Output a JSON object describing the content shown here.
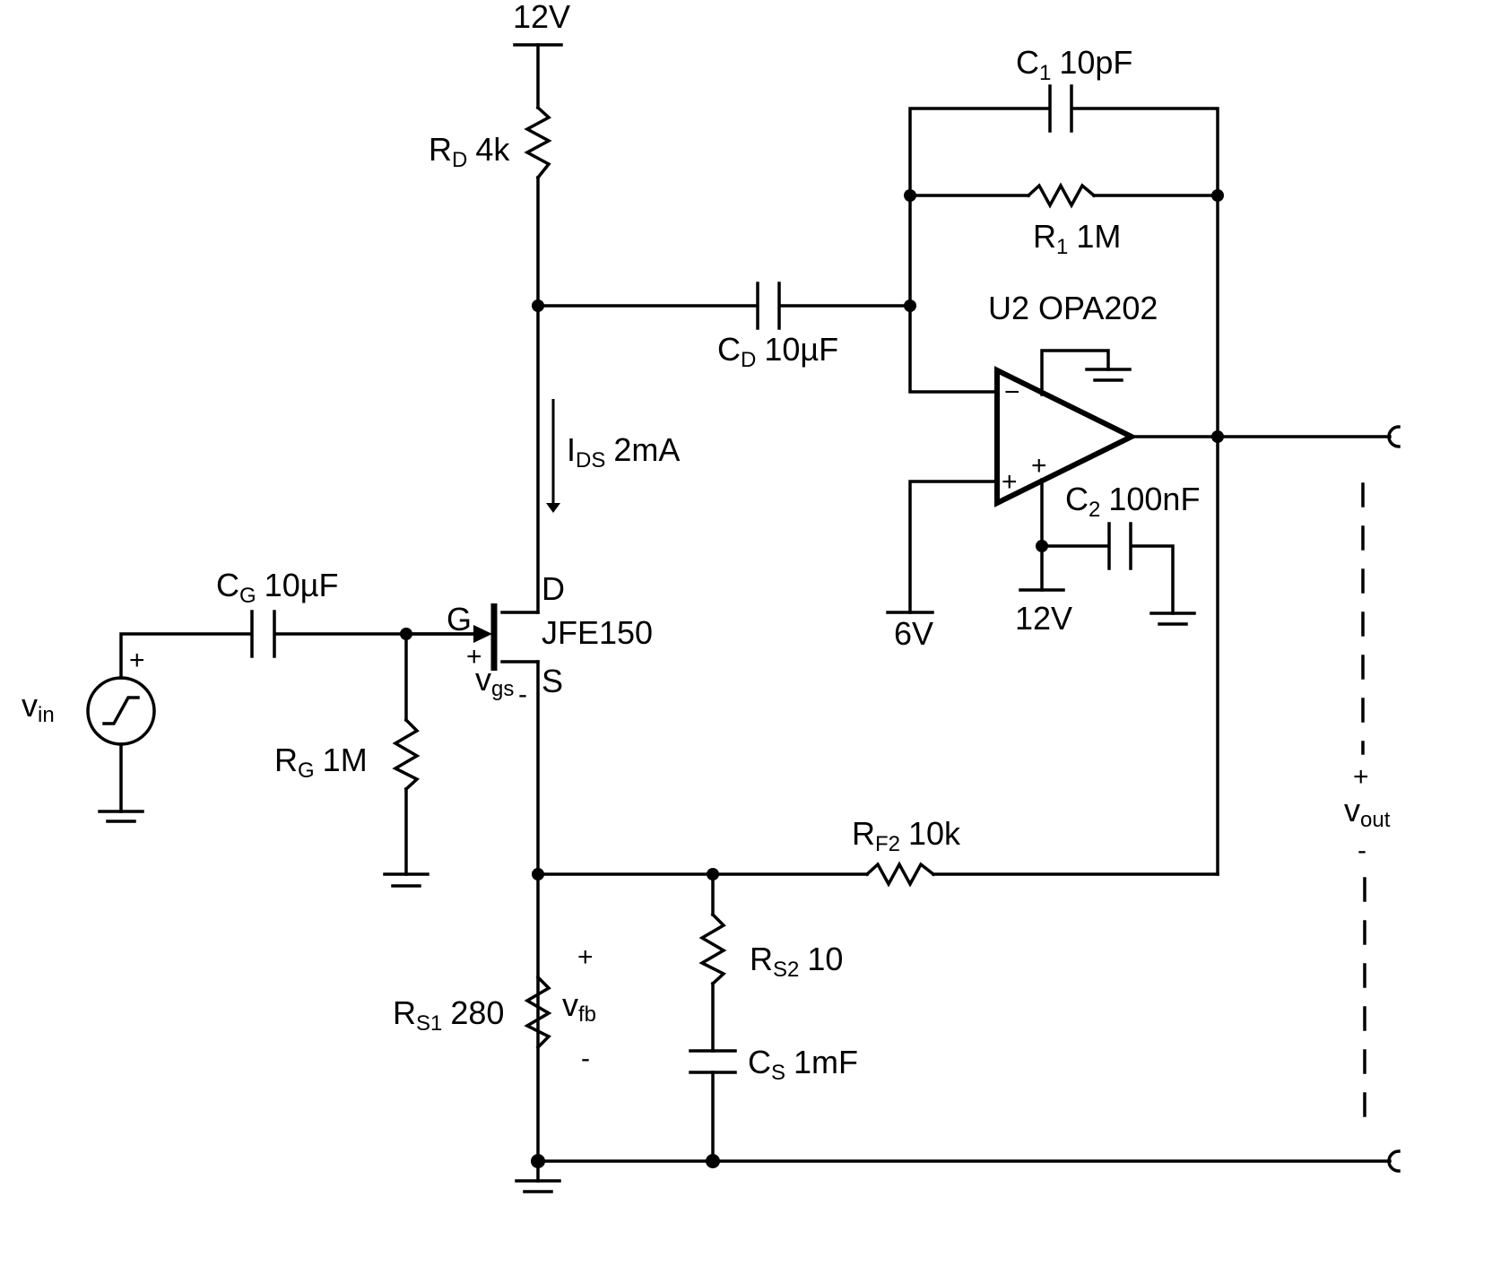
{
  "supplies": {
    "top": "12V",
    "opamp_pos_in": "6V",
    "opamp_vs": "12V"
  },
  "components": {
    "RD": {
      "main": "R",
      "sub": "D",
      "value": "4k"
    },
    "CD": {
      "main": "C",
      "sub": "D",
      "value": "10µF"
    },
    "C1": {
      "main": "C",
      "sub": "1",
      "value": "10pF"
    },
    "R1": {
      "main": "R",
      "sub": "1",
      "value": "1M"
    },
    "U2": {
      "label": "U2 OPA202"
    },
    "C2": {
      "main": "C",
      "sub": "2",
      "value": "100nF"
    },
    "IDS": {
      "main": "I",
      "sub": "DS",
      "value": "2mA"
    },
    "CG": {
      "main": "C",
      "sub": "G",
      "value": "10µF"
    },
    "RG": {
      "main": "R",
      "sub": "G",
      "value": "1M"
    },
    "JFET": {
      "label": "JFE150",
      "drain": "D",
      "gate": "G",
      "source": "S"
    },
    "RF2": {
      "main": "R",
      "sub": "F2",
      "value": "10k"
    },
    "RS2": {
      "main": "R",
      "sub": "S2",
      "value": "10"
    },
    "RS1": {
      "main": "R",
      "sub": "S1",
      "value": "280"
    },
    "CS": {
      "main": "C",
      "sub": "S",
      "value": "1mF"
    }
  },
  "signals": {
    "vin": {
      "main": "v",
      "sub": "in",
      "plus": "+"
    },
    "vgs": {
      "main": "v",
      "sub": "gs",
      "plus": "+",
      "minus": "-"
    },
    "vfb": {
      "main": "v",
      "sub": "fb",
      "plus": "+",
      "minus": "-"
    },
    "vout": {
      "main": "v",
      "sub": "out",
      "plus": "+",
      "minus": "-"
    }
  },
  "opamp_pins": {
    "inv": "−",
    "noninv": "+",
    "supply_plus": "+"
  }
}
